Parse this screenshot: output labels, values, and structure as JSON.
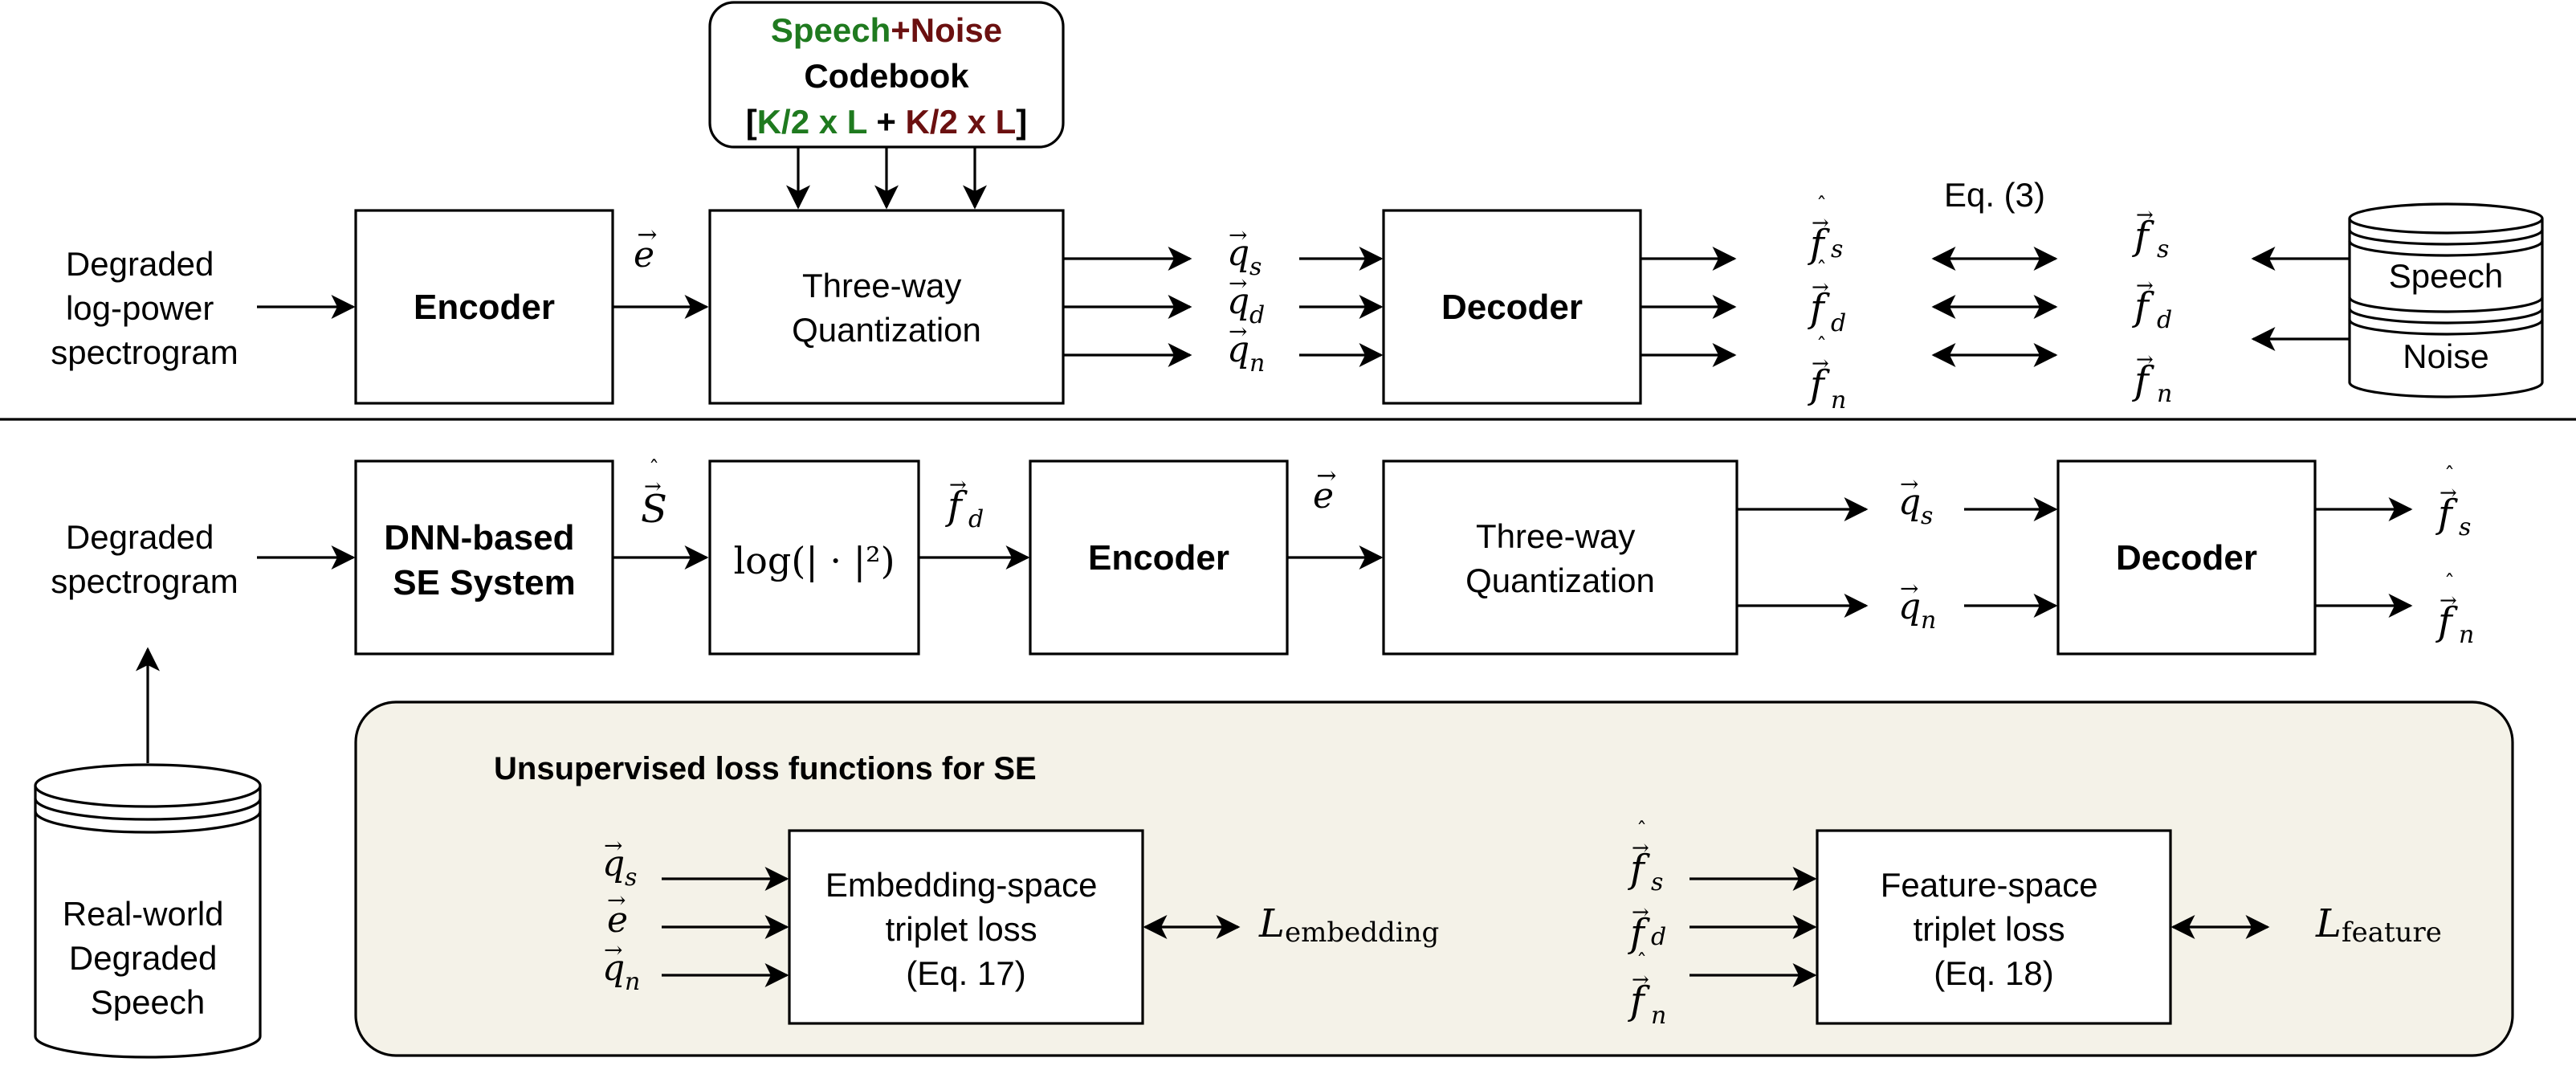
{
  "colors": {
    "speech": "#1f7a1f",
    "noise": "#6b1010",
    "panel_fill": "#f4f2e8",
    "stroke": "#000000"
  },
  "codebook": {
    "speech_word": "Speech",
    "plus": "+",
    "noise_word": "Noise",
    "title": "Codebook",
    "dim_open": "[",
    "dim_speech": "K/2 x L",
    "dim_plus": " + ",
    "dim_noise": "K/2 x L",
    "dim_close": "]"
  },
  "top_row": {
    "input_lines": [
      "Degraded",
      "log-power",
      "spectrogram"
    ],
    "encoder": "Encoder",
    "e_symbol": "e",
    "quant_lines": [
      "Three-way",
      "Quantization"
    ],
    "q_symbols": [
      {
        "base": "q",
        "sub": "s"
      },
      {
        "base": "q",
        "sub": "d"
      },
      {
        "base": "q",
        "sub": "n"
      }
    ],
    "decoder": "Decoder",
    "fhat_symbols": [
      {
        "base": "f",
        "sub": "s"
      },
      {
        "base": "f",
        "sub": "d"
      },
      {
        "base": "f",
        "sub": "n"
      }
    ],
    "eq_label": "Eq. (3)",
    "f_symbols": [
      {
        "base": "f",
        "sub": "s"
      },
      {
        "base": "f",
        "sub": "d"
      },
      {
        "base": "f",
        "sub": "n"
      }
    ],
    "db_speech": "Speech",
    "db_noise": "Noise"
  },
  "bottom_row": {
    "input_lines": [
      "Degraded",
      "spectrogram"
    ],
    "dnn_lines": [
      "DNN-based",
      "SE System"
    ],
    "shat_symbol": "S",
    "log_fn": "log(| · |²)",
    "fd_symbol": {
      "base": "f",
      "sub": "d"
    },
    "encoder": "Encoder",
    "e_symbol": "e",
    "quant_lines": [
      "Three-way",
      "Quantization"
    ],
    "q_symbols": [
      {
        "base": "q",
        "sub": "s"
      },
      {
        "base": "q",
        "sub": "n"
      }
    ],
    "decoder": "Decoder",
    "fhat_symbols": [
      {
        "base": "f",
        "sub": "s"
      },
      {
        "base": "f",
        "sub": "n"
      }
    ],
    "db_lines": [
      "Real-world",
      "Degraded",
      "Speech"
    ]
  },
  "loss_panel": {
    "title": "Unsupervised loss functions for SE",
    "emb_inputs": [
      {
        "base": "q",
        "sub": "s"
      },
      {
        "base": "e",
        "sub": ""
      },
      {
        "base": "q",
        "sub": "n"
      }
    ],
    "emb_box_lines": [
      "Embedding-space",
      "triplet loss",
      "(Eq. 17)"
    ],
    "emb_loss": {
      "base": "L",
      "sub": "embedding"
    },
    "feat_inputs": [
      {
        "base": "f",
        "sub": "s"
      },
      {
        "base": "f",
        "sub": "d"
      },
      {
        "base": "f",
        "sub": "n"
      }
    ],
    "feat_box_lines": [
      "Feature-space",
      "triplet loss",
      "(Eq. 18)"
    ],
    "feat_loss": {
      "base": "L",
      "sub": "feature"
    }
  }
}
